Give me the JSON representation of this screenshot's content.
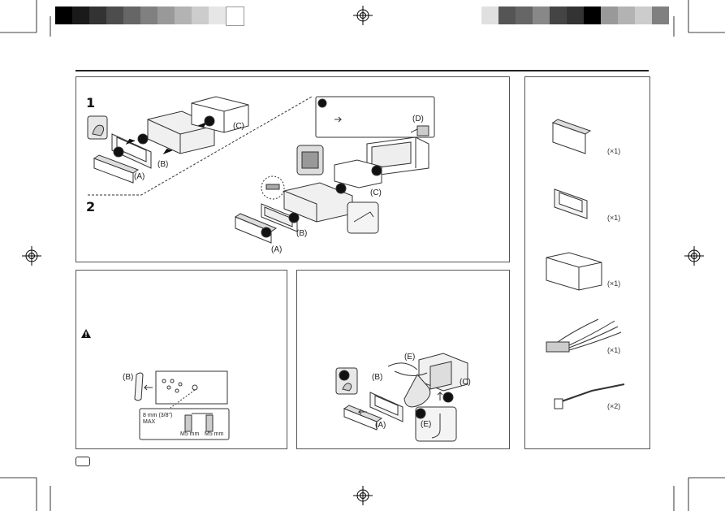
{
  "colors": {
    "left_bar": [
      "#000000",
      "#1a1a1a",
      "#333333",
      "#4d4d4d",
      "#666666",
      "#808080",
      "#999999",
      "#b3b3b3",
      "#cccccc",
      "#e6e6e6",
      "#ffffff"
    ],
    "right_bar": [
      "#e0e0e0",
      "#555555",
      "#666666",
      "#888888",
      "#444444",
      "#333333",
      "#000000",
      "#999999",
      "#b3b3b3",
      "#cccccc",
      "#808080"
    ],
    "line": "#555555"
  },
  "install": {
    "step1": "1",
    "step2": "2",
    "labels": {
      "a1": "(A)",
      "b1": "(B)",
      "c1": "(C)",
      "a2": "(A)",
      "b2": "(B)",
      "c2": "(C)",
      "d": "(D)"
    }
  },
  "mount": {
    "label_b": "(B)",
    "spec_1": "8 mm (3/8\")",
    "spec_2": "MAX",
    "spec_3": "M5 mm",
    "spec_4": "M5 mm"
  },
  "remove": {
    "label_e1": "(E)",
    "label_e2": "(E)",
    "label_b": "(B)",
    "label_c": "(C)",
    "label_a": "(A)"
  },
  "parts": {
    "qty": [
      "(×1)",
      "(×1)",
      "(×1)",
      "(×1)",
      "(×2)"
    ]
  }
}
